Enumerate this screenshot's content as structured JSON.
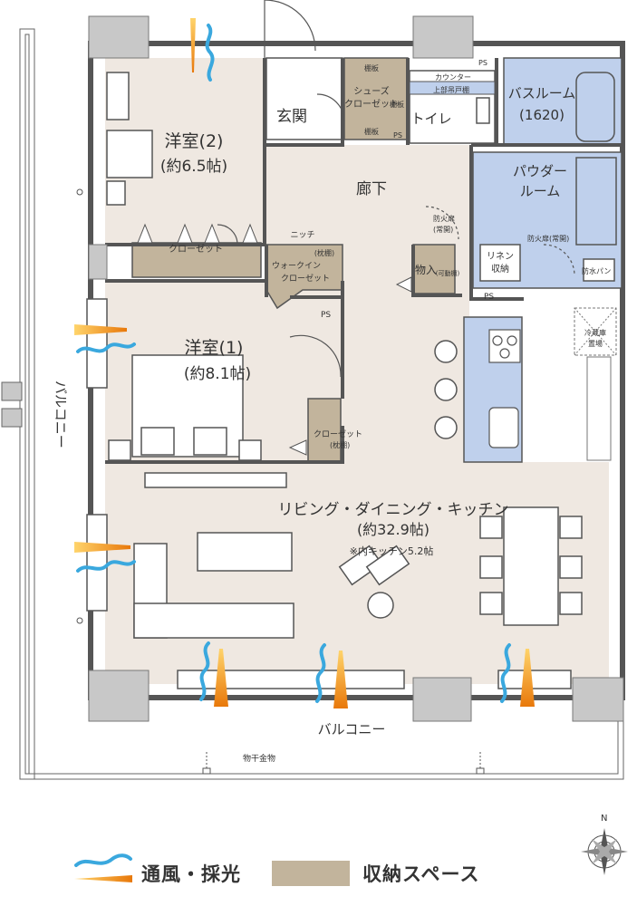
{
  "rooms": {
    "western_room_2": {
      "name": "洋室(2)",
      "size": "(約6.5帖)"
    },
    "western_room_1": {
      "name": "洋室(1)",
      "size": "(約8.1帖)"
    },
    "ldk": {
      "name": "リビング・ダイニング・キッチン",
      "size": "(約32.9帖)",
      "note": "※内キッチン5.2帖"
    },
    "entrance": {
      "name": "玄関"
    },
    "hallway": {
      "name": "廊下"
    },
    "toilet": {
      "name": "トイレ"
    },
    "bathroom": {
      "name": "バスルーム",
      "size": "(1620)"
    },
    "powder_room": {
      "name_line1": "パウダー",
      "name_line2": "ルーム"
    }
  },
  "storage": {
    "shoes_closet": {
      "line1": "シューズ",
      "line2": "クローゼット",
      "shelf": "棚板"
    },
    "closet_room2": "クローゼット",
    "niche": "ニッチ",
    "walk_in": {
      "line1": "ウォークイン",
      "line2": "クローゼット",
      "shelf": "(枕棚)"
    },
    "closet_room1": {
      "line1": "クローゼット",
      "shelf": "(枕棚)"
    },
    "storeroom": {
      "name": "物入",
      "shelf": "(可動棚)"
    },
    "linen": {
      "line1": "リネン",
      "line2": "収納"
    }
  },
  "fixtures": {
    "counter": "カウンター",
    "upper_cabinet": "上部吊戸棚",
    "fire_door_1": "防火扉",
    "fire_door_1b": "(常開)",
    "fire_door_2": "防火扉(常開)",
    "waterproof_pan": "防水パン",
    "fridge_line1": "冷蔵庫",
    "fridge_line2": "置場",
    "ps": "PS",
    "laundry": "物干金物"
  },
  "balconies": {
    "left": "バルコニー",
    "bottom": "バルコニー"
  },
  "legend": {
    "ventilation": "通風・採光",
    "storage": "収納スペース"
  },
  "compass": {
    "north": "N"
  },
  "colors": {
    "floor": "#efe8e1",
    "storage": "#c2b49c",
    "wet_area": "#bfd0ec",
    "column": "#c8c8c8",
    "wall": "#555555",
    "breeze_blue": "#3aa8de",
    "light_orange": "#ef8c12"
  }
}
